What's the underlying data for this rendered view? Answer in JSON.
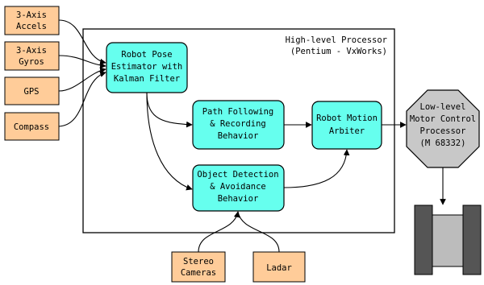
{
  "diagram": {
    "processor_box": {
      "title_line1": "High-level Processor",
      "title_line2": "(Pentium - VxWorks)"
    },
    "sensors": {
      "accels": [
        "3-Axis",
        "Accels"
      ],
      "gyros": [
        "3-Axis",
        "Gyros"
      ],
      "gps": [
        "GPS"
      ],
      "compass": [
        "Compass"
      ],
      "stereo": [
        "Stereo",
        "Cameras"
      ],
      "ladar": [
        "Ladar"
      ]
    },
    "modules": {
      "pose": [
        "Robot Pose",
        "Estimator with",
        "Kalman Filter"
      ],
      "path": [
        "Path Following",
        "& Recording",
        "Behavior"
      ],
      "arbiter": [
        "Robot Motion",
        "Arbiter"
      ],
      "obstacle": [
        "Object Detection",
        "& Avoidance",
        "Behavior"
      ]
    },
    "low_level": [
      "Low-level",
      "Motor Control",
      "Processor",
      "(M 68332)"
    ],
    "colors": {
      "sensor_fill": "#ffcc99",
      "module_fill": "#66ffee",
      "octagon_fill": "#c8c8c8",
      "track_fill": "#555555",
      "body_fill": "#bcbcbc"
    }
  }
}
